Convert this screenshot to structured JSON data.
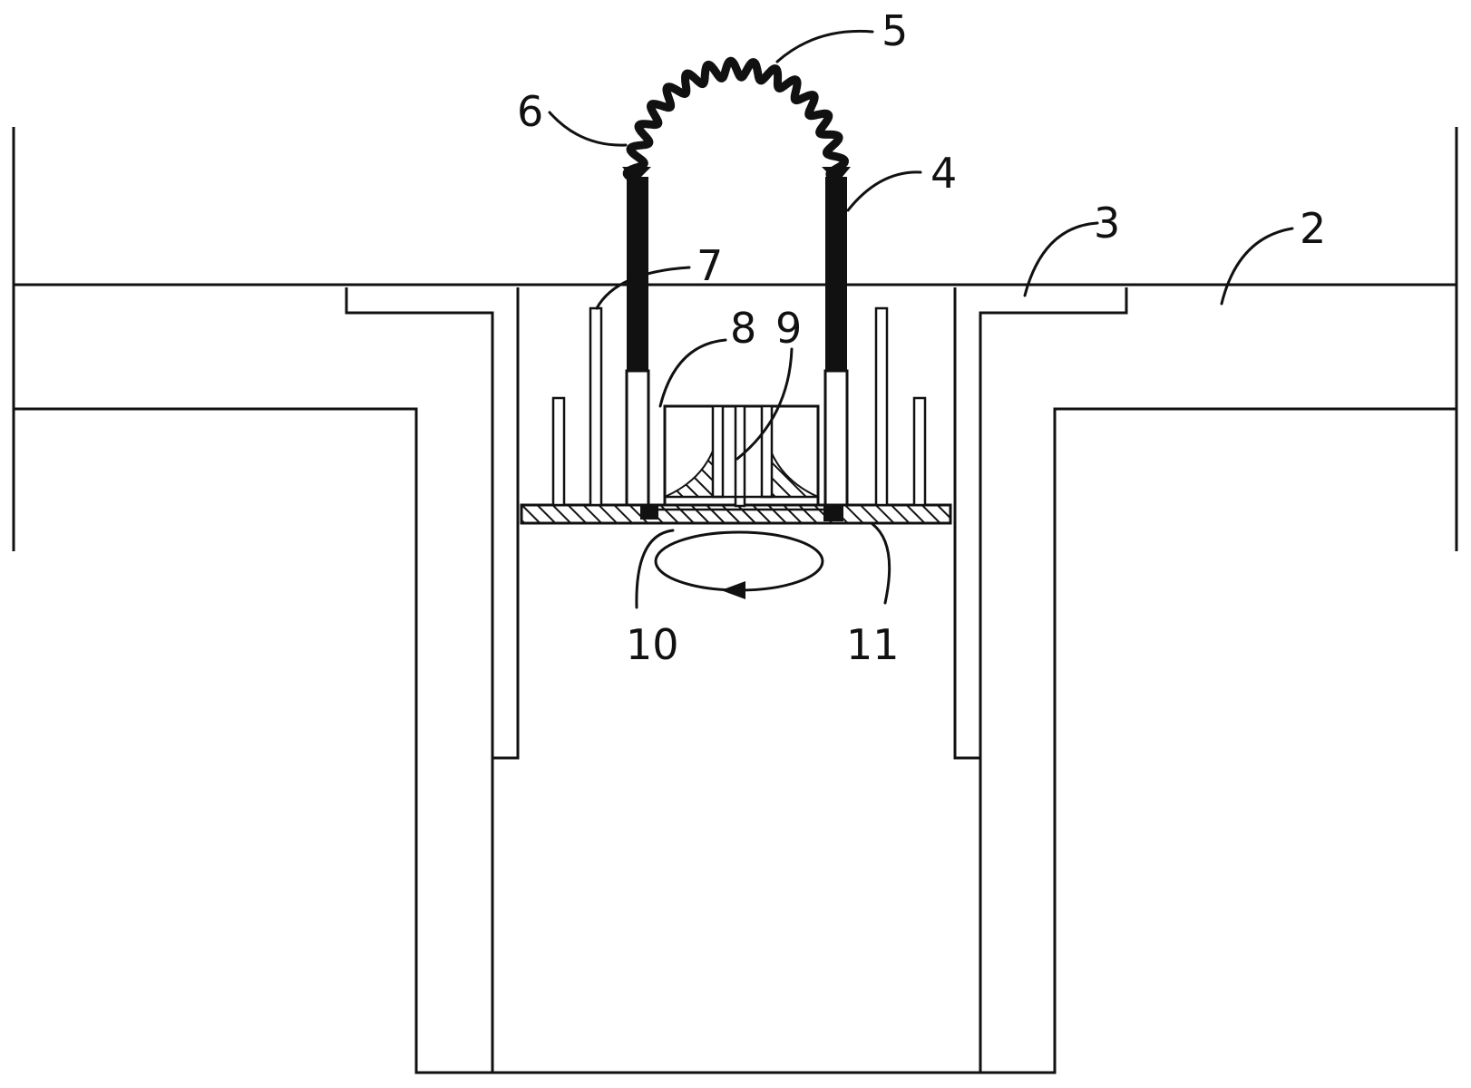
{
  "labels": {
    "n2": "2",
    "n3": "3",
    "n4": "4",
    "n5": "5",
    "n6": "6",
    "n7": "7",
    "n8": "8",
    "n9": "9",
    "n10": "10",
    "n11": "11"
  },
  "colors": {
    "ink": "#111111",
    "background": "#ffffff"
  }
}
